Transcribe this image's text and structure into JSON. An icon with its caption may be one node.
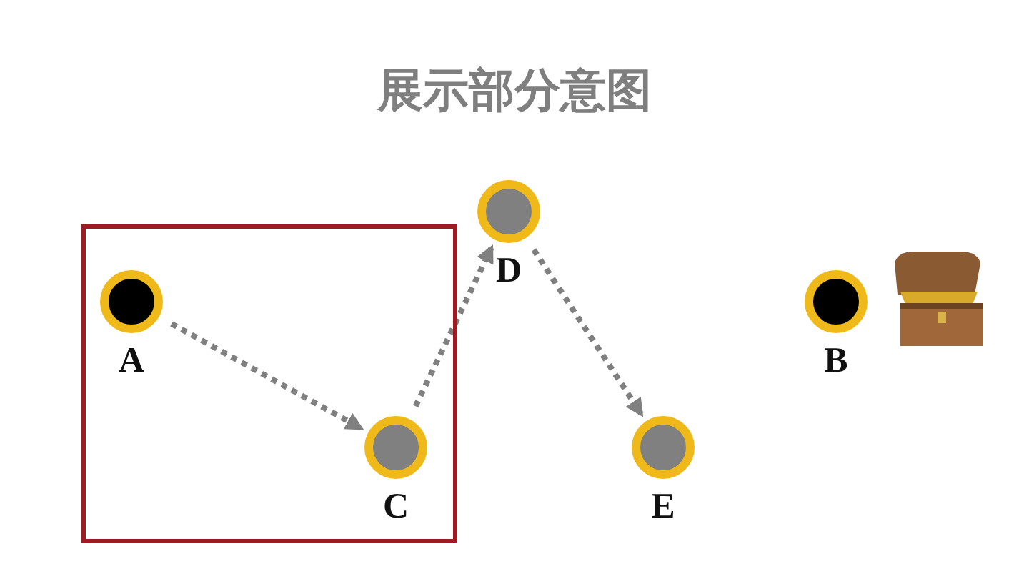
{
  "diagram": {
    "title": "展示部分意图",
    "nodes": [
      {
        "text": [],
        "shape": "box"
      },
      {
        "text": [
          "A"
        ],
        "in": 0
      },
      {
        "text": [
          "C"
        ],
        "in": 0
      },
      {
        "text": [
          "D"
        ]
      },
      {
        "text": [
          "E"
        ]
      },
      {
        "text": [
          "B"
        ]
      }
    ],
    "edges": [
      {
        "from": 1,
        "to": 2,
        "arrow": "to",
        "style": "dashed"
      },
      {
        "from": 2,
        "to": 3,
        "arrow": "to",
        "style": "dashed"
      },
      {
        "from": 3,
        "to": 4,
        "arrow": "to",
        "style": "dashed"
      }
    ]
  }
}
